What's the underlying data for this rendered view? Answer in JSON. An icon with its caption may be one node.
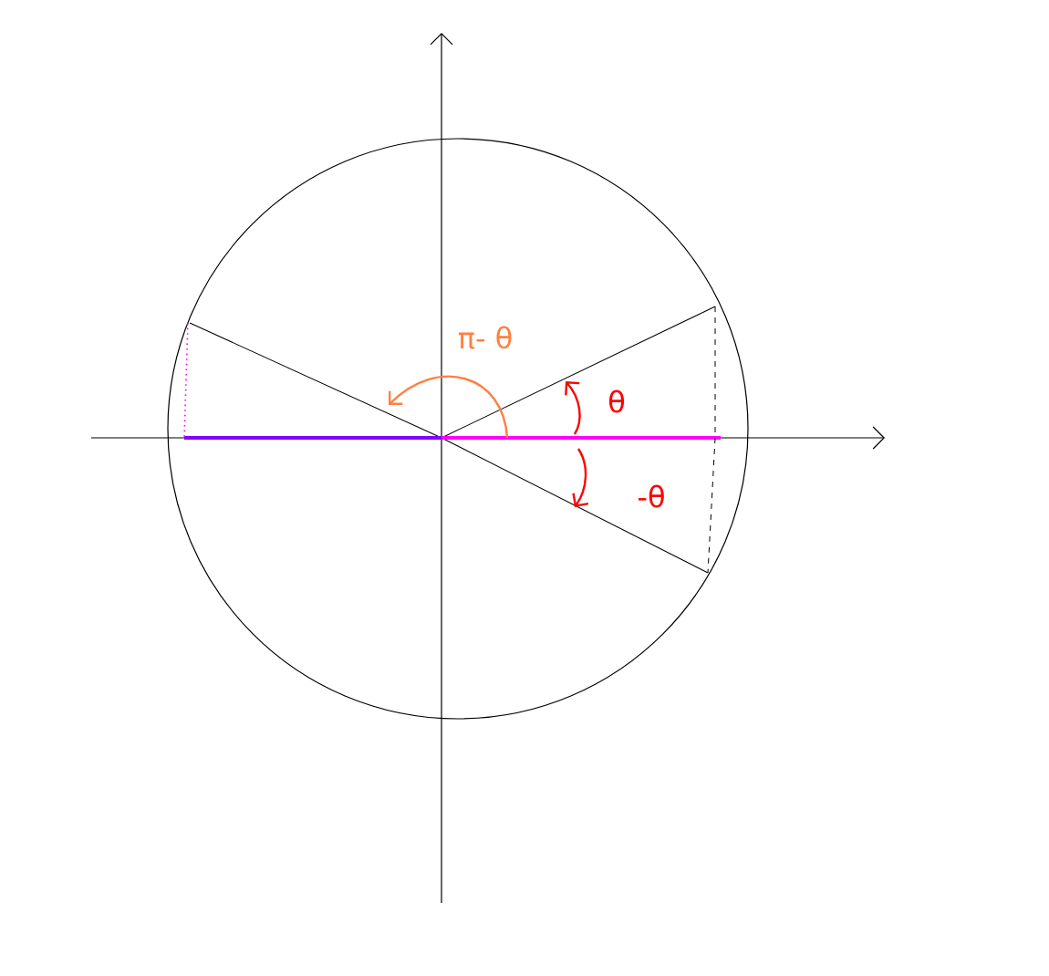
{
  "diagram": {
    "labels": [
      "π- θ",
      "θ",
      "-θ"
    ]
  }
}
